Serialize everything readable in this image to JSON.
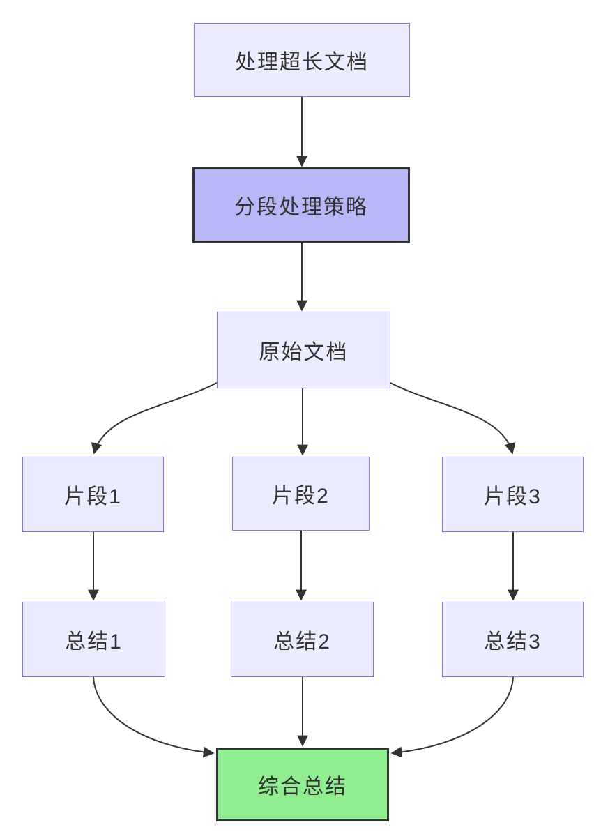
{
  "diagram": {
    "type": "flowchart",
    "direction": "top-down",
    "colors": {
      "node_fill": "#ECECFF",
      "node_border": "#9370DB",
      "highlight_fill": "#B8B8F8",
      "highlight_border": "#333333",
      "final_fill": "#90EE90",
      "final_border": "#333333",
      "edge_color": "#333333",
      "text_color": "#333333"
    },
    "nodes": [
      {
        "id": "A",
        "label": "处理超长文档",
        "style": "default"
      },
      {
        "id": "B",
        "label": "分段处理策略",
        "style": "highlight"
      },
      {
        "id": "C",
        "label": "原始文档",
        "style": "default"
      },
      {
        "id": "D1",
        "label": "片段1",
        "style": "default"
      },
      {
        "id": "D2",
        "label": "片段2",
        "style": "default"
      },
      {
        "id": "D3",
        "label": "片段3",
        "style": "default"
      },
      {
        "id": "E1",
        "label": "总结1",
        "style": "default"
      },
      {
        "id": "E2",
        "label": "总结2",
        "style": "default"
      },
      {
        "id": "E3",
        "label": "总结3",
        "style": "default"
      },
      {
        "id": "F",
        "label": "综合总结",
        "style": "final"
      }
    ],
    "edges": [
      {
        "from": "A",
        "to": "B"
      },
      {
        "from": "B",
        "to": "C"
      },
      {
        "from": "C",
        "to": "D1"
      },
      {
        "from": "C",
        "to": "D2"
      },
      {
        "from": "C",
        "to": "D3"
      },
      {
        "from": "D1",
        "to": "E1"
      },
      {
        "from": "D2",
        "to": "E2"
      },
      {
        "from": "D3",
        "to": "E3"
      },
      {
        "from": "E1",
        "to": "F"
      },
      {
        "from": "E2",
        "to": "F"
      },
      {
        "from": "E3",
        "to": "F"
      }
    ]
  }
}
